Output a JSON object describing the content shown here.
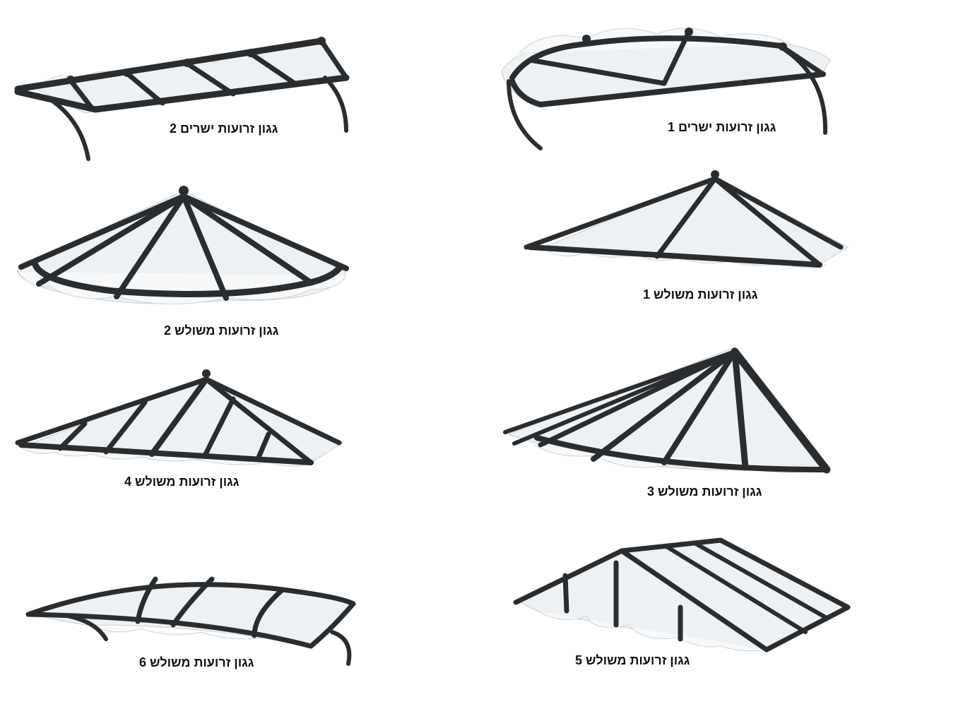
{
  "colors": {
    "frame": "#2a2d30",
    "glass": "#eef1f3",
    "background": "#ffffff"
  },
  "canopies": {
    "straight_2": {
      "caption": "גגון זרועות  ישרים 2"
    },
    "straight_1": {
      "caption": "גגון זרועות  ישרים 1"
    },
    "triangle_2": {
      "caption": "גגון זרועות  משולש 2"
    },
    "triangle_1": {
      "caption": "גגון זרועות  משולש 1"
    },
    "triangle_4": {
      "caption": "גגון זרועות  משולש 4"
    },
    "triangle_3": {
      "caption": "גגון זרועות  משולש 3"
    },
    "triangle_6": {
      "caption": "גגון זרועות  משולש 6"
    },
    "triangle_5": {
      "caption": "גגון זרועות  משולש 5"
    }
  }
}
